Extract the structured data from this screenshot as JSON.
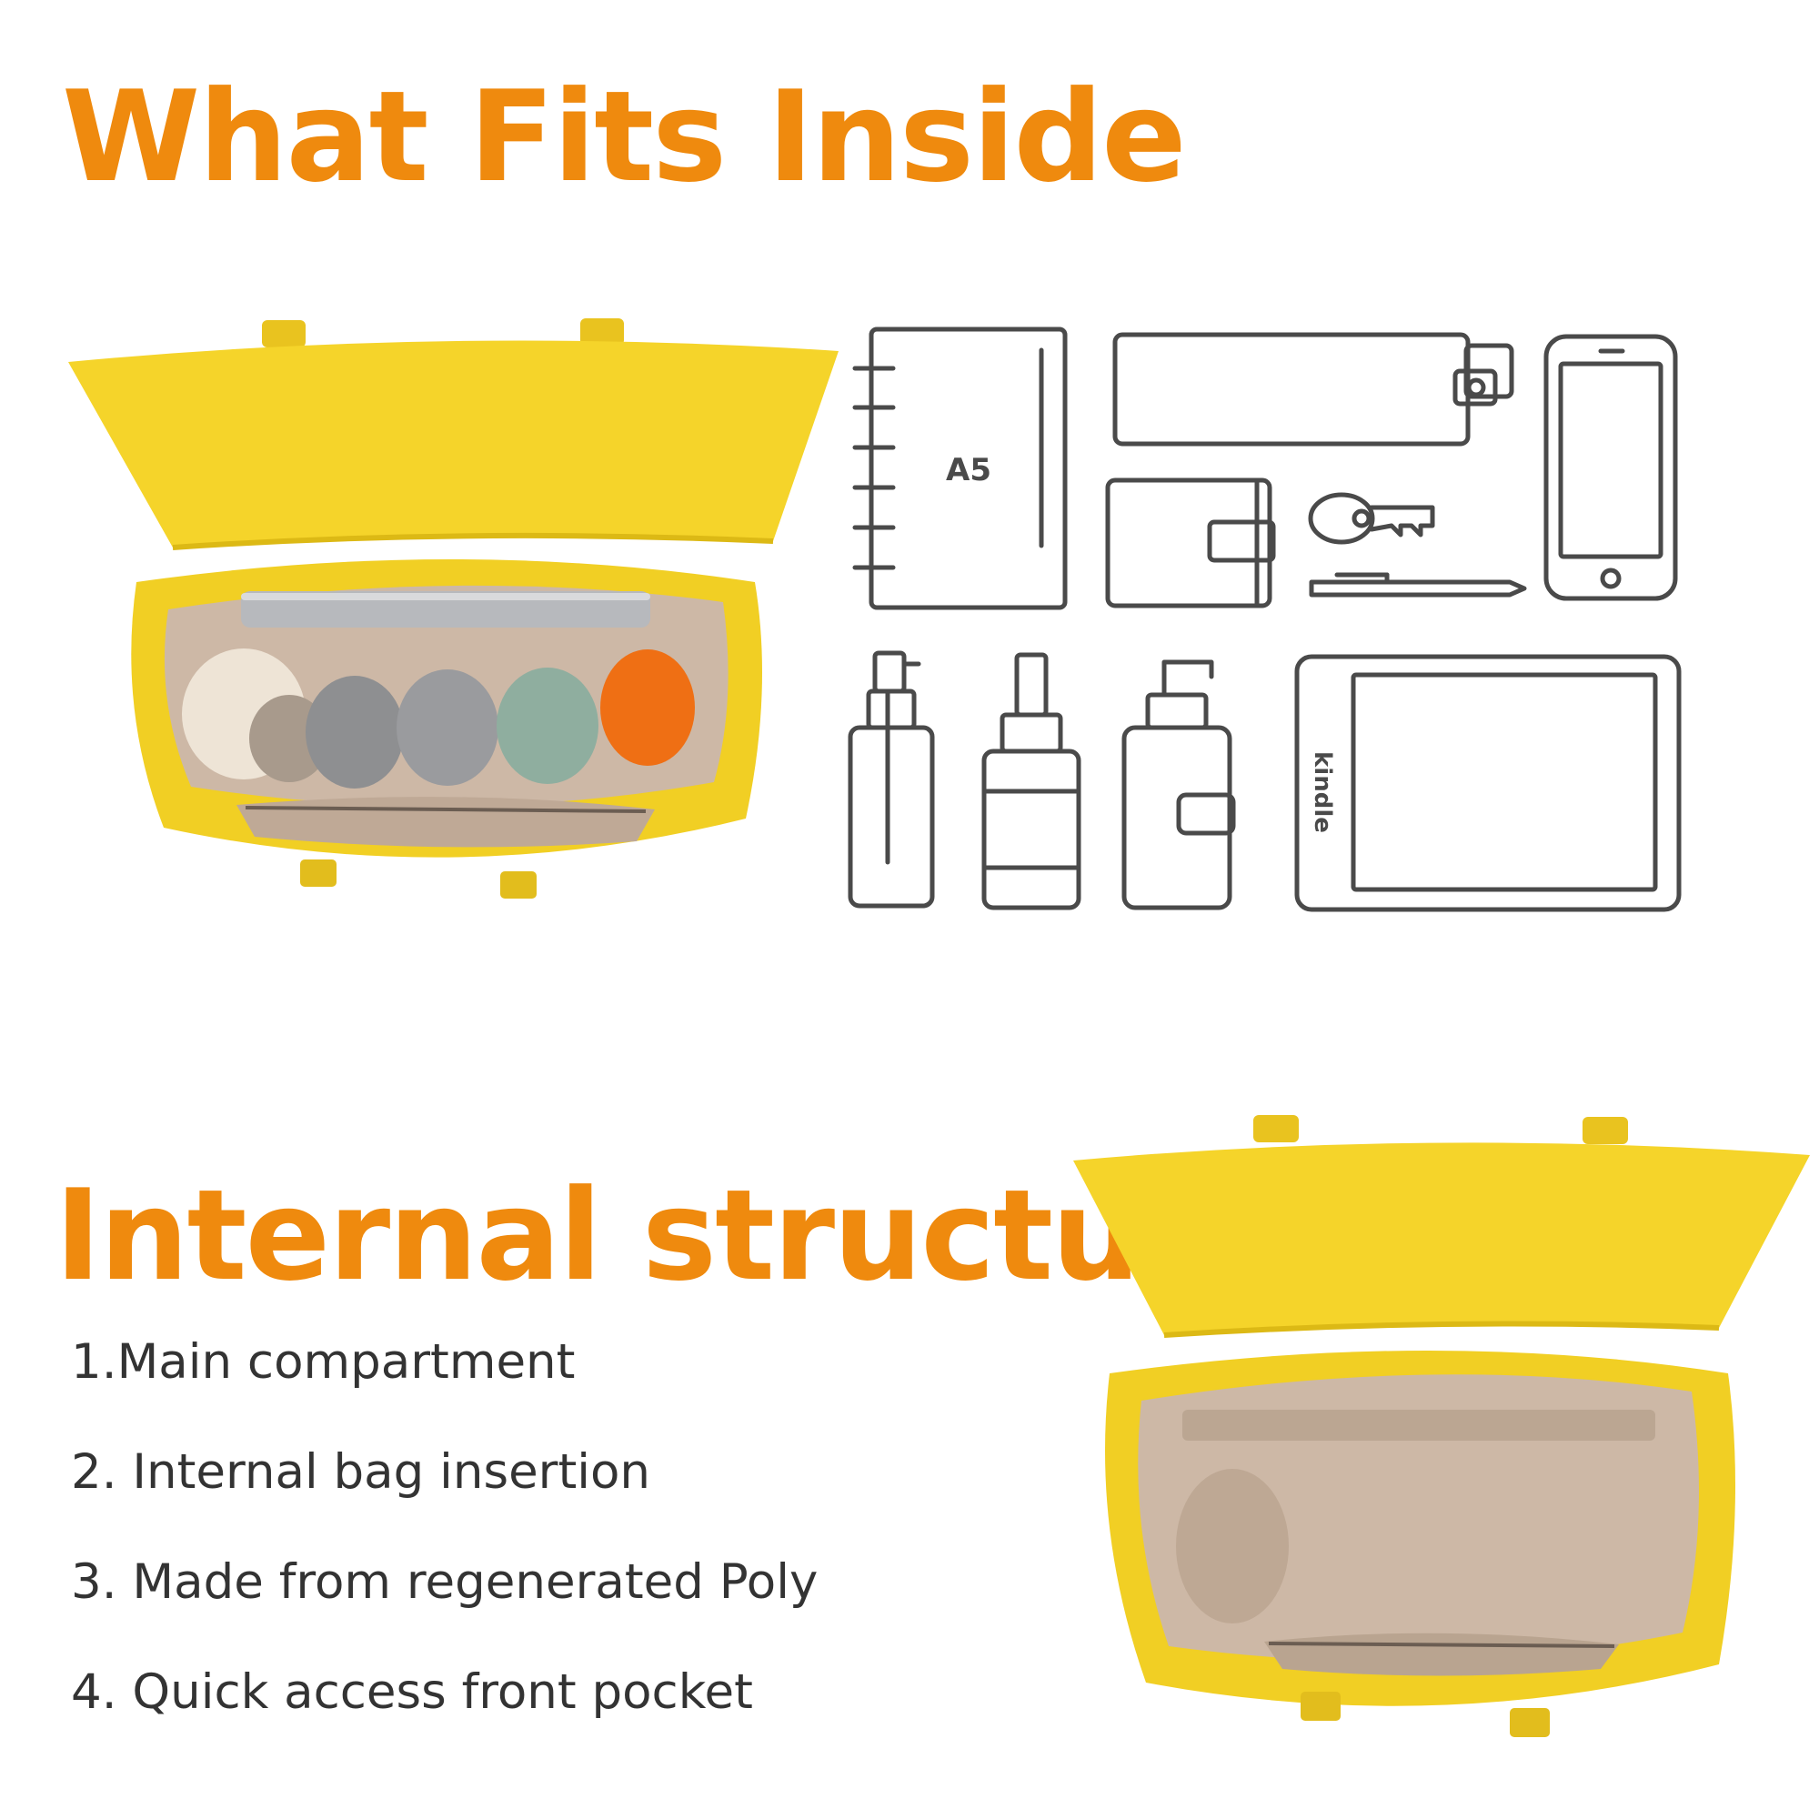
{
  "section_1": {
    "heading": "What Fits Inside",
    "icons": [
      {
        "name": "a5-notebook-icon",
        "label": "A5"
      },
      {
        "name": "pencil-case-icon"
      },
      {
        "name": "smartphone-icon"
      },
      {
        "name": "wallet-icon"
      },
      {
        "name": "key-icon"
      },
      {
        "name": "pen-icon"
      },
      {
        "name": "spray-bottle-icon"
      },
      {
        "name": "dropper-bottle-icon"
      },
      {
        "name": "pump-bottle-icon"
      },
      {
        "name": "kindle-tablet-icon",
        "label": "kindle"
      }
    ]
  },
  "section_2": {
    "heading": "Internal structure",
    "features": [
      "1.Main compartment",
      "2. Internal bag insertion",
      "3. Made from regenerated Poly",
      "4. Quick access front pocket"
    ]
  },
  "colors": {
    "heading": "#ef8a0e",
    "text": "#333333",
    "icon_stroke": "#4a4a4a",
    "bag_yellow": "#f5d42a",
    "lining": "#cdb8a6"
  }
}
